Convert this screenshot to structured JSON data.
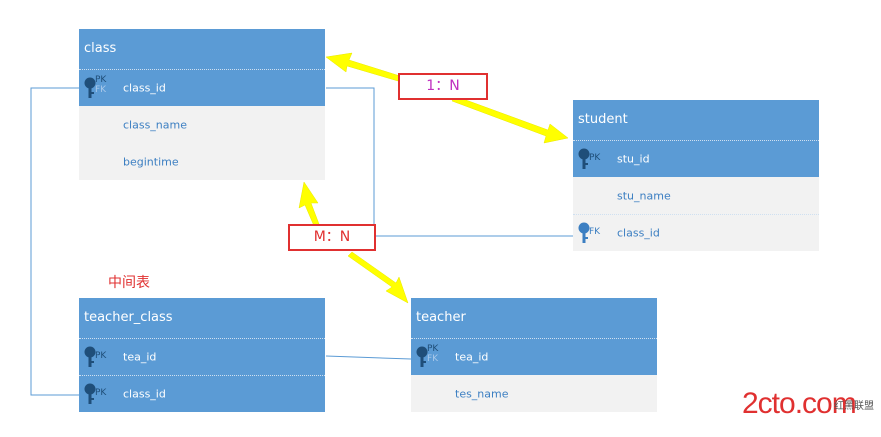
{
  "tables": {
    "class": {
      "title": "class",
      "fields": [
        {
          "name": "class_id",
          "pk": "PK",
          "fk": "FK"
        },
        {
          "name": "class_name"
        },
        {
          "name": "begintime"
        }
      ]
    },
    "student": {
      "title": "student",
      "fields": [
        {
          "name": "stu_id",
          "pk": "PK"
        },
        {
          "name": "stu_name"
        },
        {
          "name": "class_id",
          "fk": "FK"
        }
      ]
    },
    "teacher_class": {
      "title": "teacher_class",
      "fields": [
        {
          "name": "tea_id",
          "pk": "PK"
        },
        {
          "name": "class_id",
          "pk": "PK"
        }
      ]
    },
    "teacher": {
      "title": "teacher",
      "fields": [
        {
          "name": "tea_id",
          "pk": "PK",
          "fk": "FK"
        },
        {
          "name": "tes_name"
        }
      ]
    }
  },
  "relations": {
    "one_to_many": "1：N",
    "many_to_many": "M：N"
  },
  "junction_label": "中间表",
  "watermark": {
    "logo": "2cto.com",
    "sub": "红黑联盟"
  },
  "colors": {
    "header": "#5b9bd5",
    "row_bg": "#f2f2f2",
    "field_text": "#3c7fc2",
    "arrow": "#ffff00",
    "label_border": "#e03030",
    "label_1n_text": "#c030c0",
    "label_mn_text": "#e03030",
    "connector": "#5b9bd5"
  }
}
